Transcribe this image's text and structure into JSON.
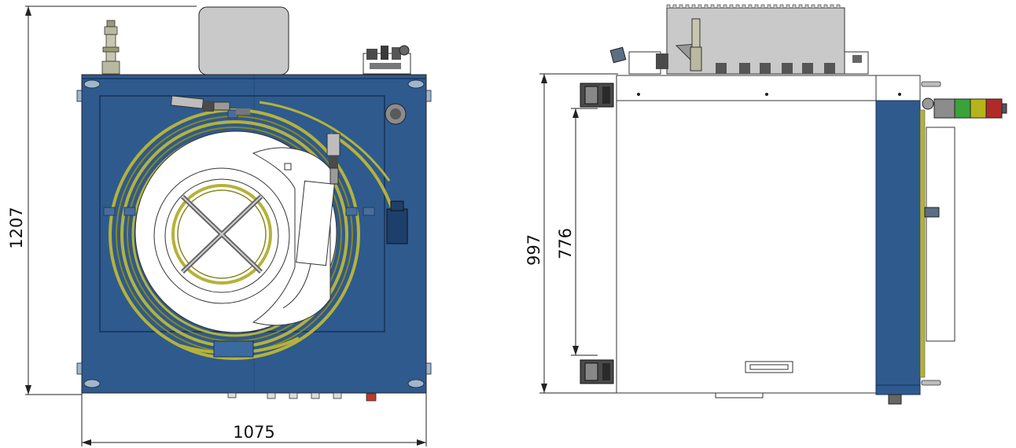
{
  "dimensions": {
    "top_view_height": "1207",
    "top_view_width": "1075",
    "side_view_height_total": "997",
    "side_view_height_inner": "776"
  },
  "colors": {
    "panel_blue": "#2e5a8e",
    "panel_blue_dark": "#1d3f6b",
    "fiber_yellow": "#b5b23a",
    "fiber_yellow_dark": "#8a8620",
    "housing_gray": "#c9c9c9",
    "beacon_gray": "#8c8c8c",
    "beacon_green": "#3aa23a",
    "beacon_yellow": "#b6b41c",
    "beacon_red": "#b02a2a",
    "estop_red": "#c0392b"
  }
}
